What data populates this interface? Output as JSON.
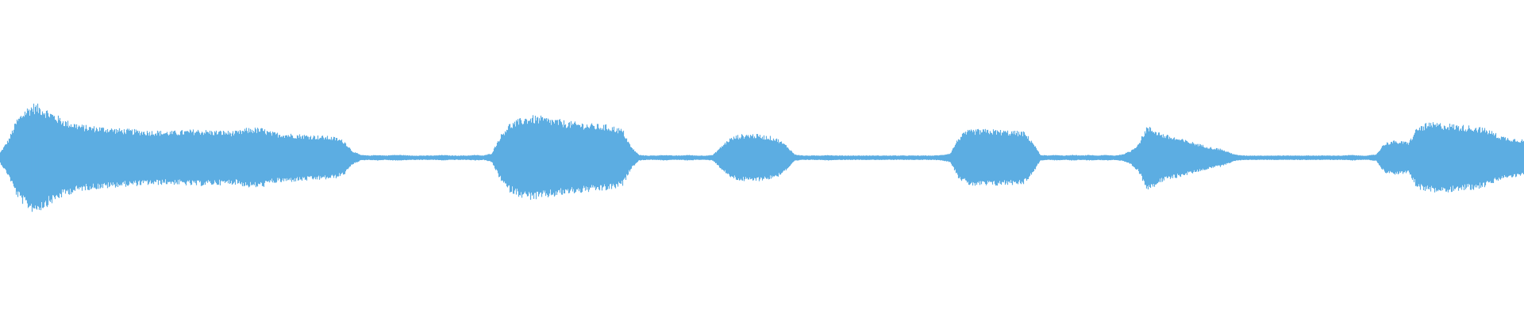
{
  "waveform": {
    "color": "#5dade2",
    "background": "#ffffff",
    "envelope_fraction_of_max": [
      0.1,
      0.33,
      0.68,
      0.86,
      0.96,
      0.92,
      0.83,
      0.74,
      0.66,
      0.62,
      0.58,
      0.56,
      0.55,
      0.54,
      0.52,
      0.51,
      0.5,
      0.49,
      0.48,
      0.48,
      0.47,
      0.47,
      0.48,
      0.49,
      0.5,
      0.49,
      0.48,
      0.48,
      0.47,
      0.47,
      0.52,
      0.53,
      0.52,
      0.46,
      0.44,
      0.43,
      0.42,
      0.41,
      0.4,
      0.39,
      0.38,
      0.36,
      0.3,
      0.12,
      0.05,
      0.04,
      0.05,
      0.04,
      0.05,
      0.05,
      0.04,
      0.04,
      0.04,
      0.04,
      0.05,
      0.04,
      0.04,
      0.04,
      0.05,
      0.04,
      0.08,
      0.38,
      0.59,
      0.66,
      0.72,
      0.74,
      0.73,
      0.7,
      0.68,
      0.65,
      0.63,
      0.62,
      0.6,
      0.59,
      0.58,
      0.55,
      0.5,
      0.2,
      0.05,
      0.04,
      0.04,
      0.05,
      0.04,
      0.04,
      0.05,
      0.04,
      0.04,
      0.05,
      0.2,
      0.34,
      0.4,
      0.42,
      0.42,
      0.4,
      0.38,
      0.33,
      0.22,
      0.06,
      0.04,
      0.04,
      0.04,
      0.05,
      0.04,
      0.04,
      0.04,
      0.04,
      0.04,
      0.04,
      0.04,
      0.04,
      0.04,
      0.04,
      0.04,
      0.04,
      0.04,
      0.05,
      0.08,
      0.36,
      0.48,
      0.5,
      0.5,
      0.5,
      0.49,
      0.48,
      0.47,
      0.46,
      0.3,
      0.05,
      0.04,
      0.05,
      0.04,
      0.05,
      0.04,
      0.05,
      0.04,
      0.05,
      0.04,
      0.06,
      0.12,
      0.26,
      0.56,
      0.5,
      0.42,
      0.38,
      0.34,
      0.3,
      0.26,
      0.22,
      0.18,
      0.16,
      0.1,
      0.05,
      0.04,
      0.04,
      0.04,
      0.04,
      0.04,
      0.04,
      0.04,
      0.04,
      0.04,
      0.04,
      0.04,
      0.04,
      0.04,
      0.05,
      0.04,
      0.04,
      0.06,
      0.26,
      0.3,
      0.29,
      0.28,
      0.54,
      0.6,
      0.62,
      0.61,
      0.6,
      0.58,
      0.57,
      0.56,
      0.53,
      0.48,
      0.4,
      0.36,
      0.34,
      0.32
    ]
  }
}
